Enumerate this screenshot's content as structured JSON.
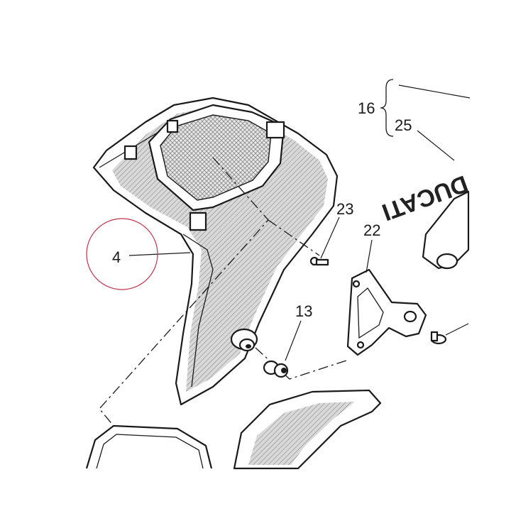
{
  "diagram": {
    "callouts": {
      "c4": "4",
      "c13": "13",
      "c16": "16",
      "c22": "22",
      "c23": "23",
      "c25": "25"
    },
    "brand_text": "DUCATI",
    "highlight_color": "#c0364a",
    "line_color": "#1a1a1a"
  }
}
